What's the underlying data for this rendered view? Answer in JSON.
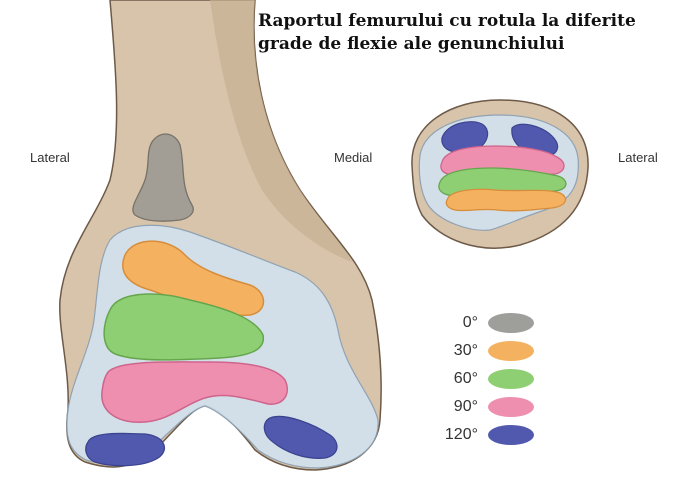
{
  "title": {
    "line1": "Raportul femurului cu rotula la diferite",
    "line2": "grade de flexie ale genunchiului"
  },
  "labels": {
    "femur_lateral": "Lateral",
    "femur_medial": "Medial",
    "patella_lateral": "Lateral"
  },
  "legend": [
    {
      "label": "0°",
      "color": "#9e9e9a"
    },
    {
      "label": "30°",
      "color": "#f4b261"
    },
    {
      "label": "60°",
      "color": "#8fcf73"
    },
    {
      "label": "90°",
      "color": "#ee8fb0"
    },
    {
      "label": "120°",
      "color": "#5059ad"
    }
  ],
  "colors": {
    "bone": "#d9c6ad",
    "bone_shadow": "#b8a286",
    "cartilage": "#cfdde8",
    "outline": "#6d5a48"
  }
}
